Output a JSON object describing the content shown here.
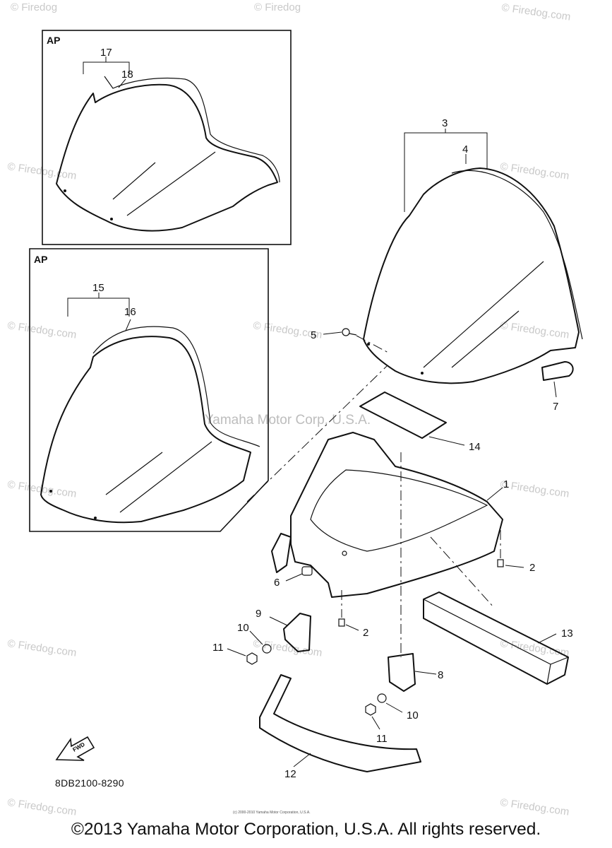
{
  "diagram": {
    "box_labels": [
      "AP",
      "AP"
    ],
    "callouts": {
      "n1": "1",
      "n2a": "2",
      "n2b": "2",
      "n3": "3",
      "n4": "4",
      "n5": "5",
      "n6": "6",
      "n7": "7",
      "n8": "8",
      "n9": "9",
      "n10a": "10",
      "n10b": "10",
      "n11a": "11",
      "n11b": "11",
      "n12": "12",
      "n13": "13",
      "n14": "14",
      "n15": "15",
      "n16": "16",
      "n17": "17",
      "n18": "18"
    },
    "fwd_label": "FWD",
    "part_code": "8DB2100-8290"
  },
  "watermarks": {
    "site": "© Firedog.com",
    "corner": "© Firedog",
    "center": "Yamaha Motor Corp, U.S.A."
  },
  "footer": {
    "copyright": "©2013 Yamaha Motor Corporation, U.S.A. All rights reserved.",
    "tiny_credit": "(c) 2000-2010 Yamaha Motor Corporation, U.S.A."
  }
}
